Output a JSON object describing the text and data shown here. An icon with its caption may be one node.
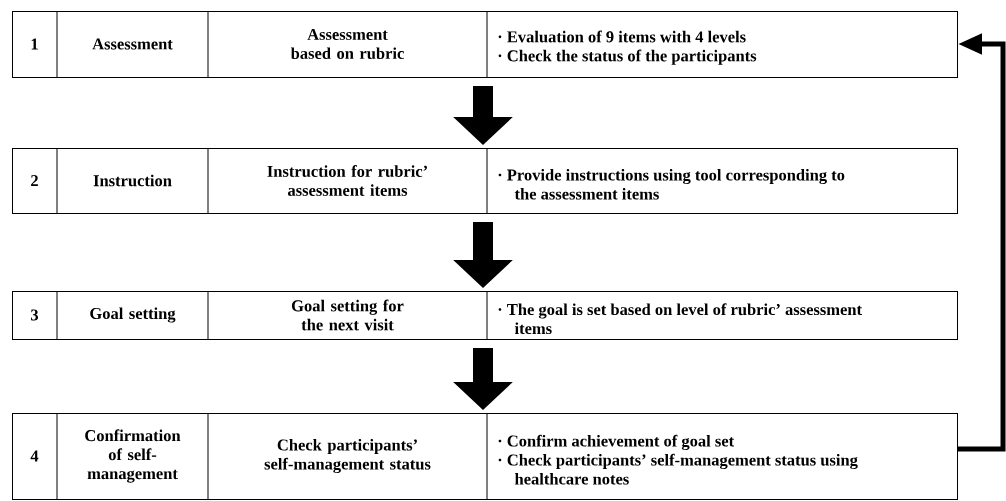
{
  "diagram": {
    "nodes": [
      {
        "text": [
          "1",
          "Assessment",
          "Assessment based on rubric",
          "· Evaluation of 9 items with 4 levels",
          "· Check the status of the participants"
        ]
      },
      {
        "text": [
          "2",
          "Instruction",
          "Instruction for rubric’ assessment items",
          "· Provide instructions using tool corresponding to the assessment items"
        ]
      },
      {
        "text": [
          "3",
          "Goal setting",
          "Goal setting for the next visit",
          "· The goal is set based on level of rubric’ assessment items"
        ]
      },
      {
        "text": [
          "4",
          "Confirmation of self-management",
          "Check participants’ self-management status",
          "· Confirm achievement of goal set",
          "· Check participants’ self-management status using healthcare notes"
        ]
      }
    ],
    "edges": [
      {
        "from": 0,
        "to": 1,
        "arrow": "to"
      },
      {
        "from": 1,
        "to": 2,
        "arrow": "to"
      },
      {
        "from": 2,
        "to": 3,
        "arrow": "to"
      },
      {
        "from": 3,
        "to": 0,
        "arrow": "to"
      }
    ]
  }
}
